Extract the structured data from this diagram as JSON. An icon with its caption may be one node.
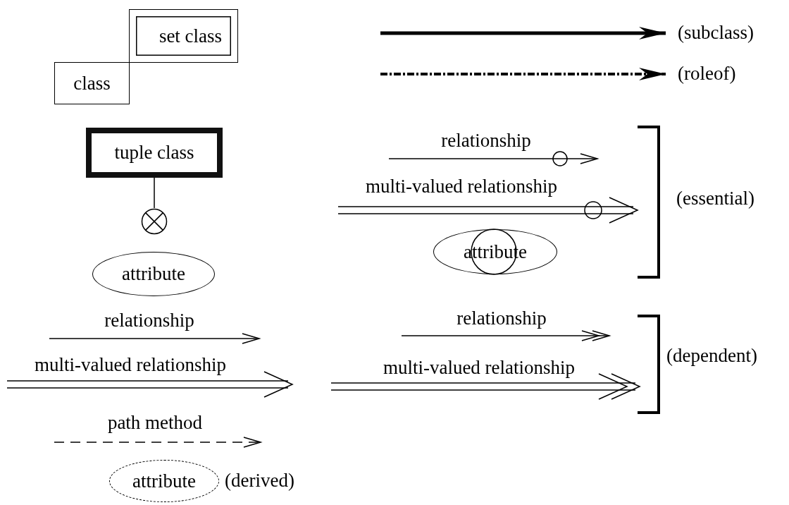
{
  "diagram": {
    "nodes": [
      {
        "text": [
          "set class"
        ]
      },
      {
        "text": [
          "class"
        ]
      },
      {
        "text": [
          "tuple class"
        ]
      },
      {
        "text": [],
        "shape": "circle"
      },
      {
        "text": [
          "attribute"
        ]
      },
      {
        "text": [
          "attribute"
        ]
      },
      {
        "text": [
          "attribute"
        ],
        "beside": [
          "(derived)"
        ]
      }
    ],
    "edges": [
      {
        "from": 2,
        "to": 3,
        "arrow": "none"
      }
    ],
    "labels": [
      "relationship",
      "multi-valued relationship",
      "(essential)",
      "relationship",
      "relationship",
      "multi-valued relationship",
      "multi-valued relationship",
      "(dependent)",
      "path method"
    ],
    "legend": [
      {
        "text": "(subclass)"
      },
      {
        "text": "(roleof)"
      }
    ]
  }
}
